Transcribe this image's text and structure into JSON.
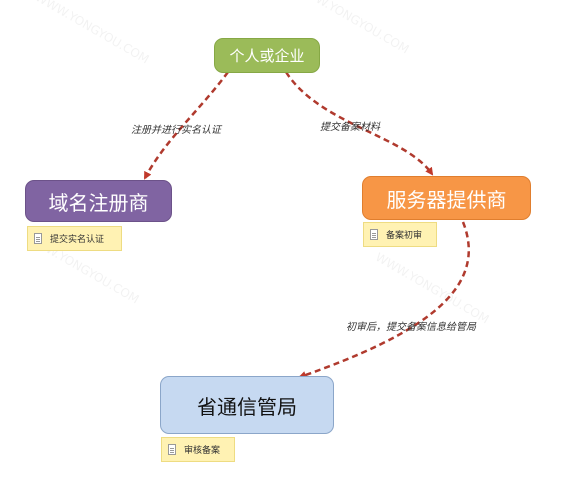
{
  "diagram": {
    "nodes": {
      "top": "个人或企业",
      "left": "域名注册商",
      "right": "服务器提供商",
      "bottom": "省通信管局"
    },
    "notes": {
      "left": "提交实名认证",
      "right": "备案初审",
      "bottom": "审核备案"
    },
    "edges": {
      "top_to_left": "注册并进行实名认证",
      "top_to_right": "提交备案材料",
      "right_to_bottom": "初审后，提交备案信息给管局"
    },
    "colors": {
      "top": "#9bbb59",
      "left": "#8064a2",
      "right": "#f79646",
      "bottom": "#c6d9f1",
      "arrow": "#c0392b",
      "note": "#fff2b3"
    },
    "icons": [
      "document-icon"
    ]
  }
}
